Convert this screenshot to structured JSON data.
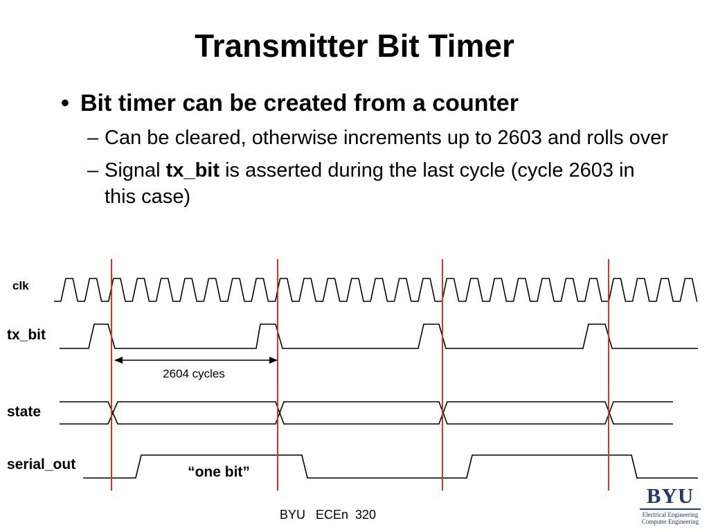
{
  "slide": {
    "title": "Transmitter Bit Timer",
    "bullet": "Bit timer can be created from a counter",
    "subbullet1": "Can be cleared, otherwise increments up to 2603 and rolls over",
    "subbullet2_pre": "Signal ",
    "subbullet2_bold": "tx_bit",
    "subbullet2_post": " is asserted during the last cycle (cycle 2603 in this case)",
    "bullet_mark": "•",
    "sub_mark": "–"
  },
  "diagram": {
    "signals": {
      "clk": "clk",
      "tx_bit": "tx_bit",
      "state": "state",
      "serial_out": "serial_out"
    },
    "span_label": "2604 cycles",
    "bit_label": "“one bit”",
    "marker_color": "#d9302b"
  },
  "footer": {
    "text": "BYU   ECEn  320"
  },
  "logo": {
    "word": "BYU",
    "line1": "Electrical Engineering",
    "line2": "Computer Engineering"
  }
}
